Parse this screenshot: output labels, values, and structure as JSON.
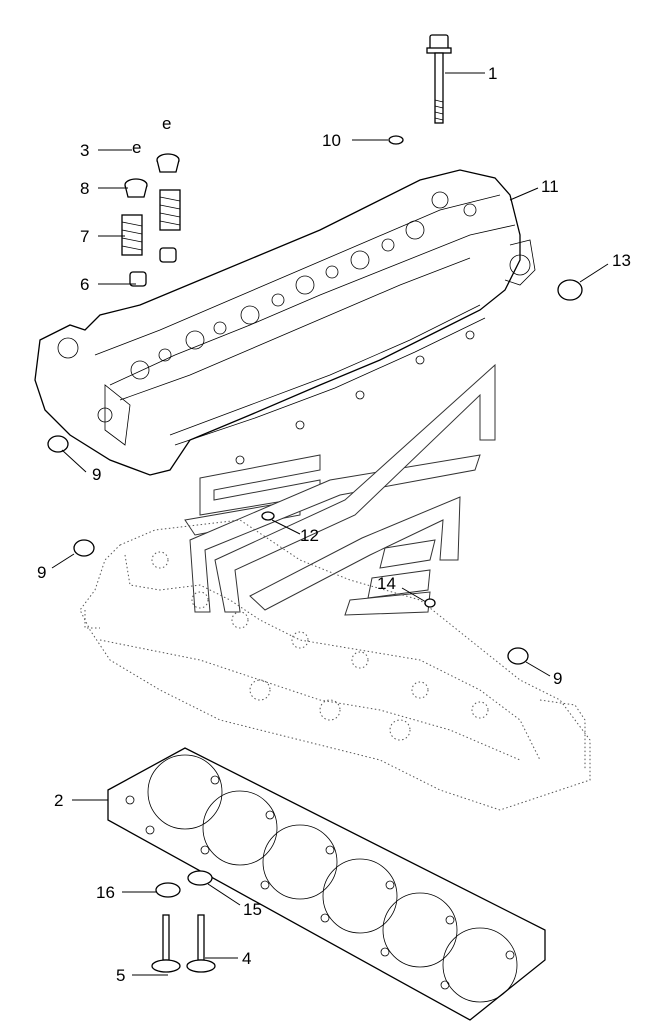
{
  "callouts": {
    "c1": "1",
    "c2": "2",
    "c3": "3",
    "c4": "4",
    "c5": "5",
    "c6": "6",
    "c7": "7",
    "c8": "8",
    "c9a": "9",
    "c9b": "9",
    "c9c": "9",
    "c10": "10",
    "c11": "11",
    "c12": "12",
    "c13": "13",
    "c14": "14",
    "c15": "15",
    "c16": "16"
  }
}
